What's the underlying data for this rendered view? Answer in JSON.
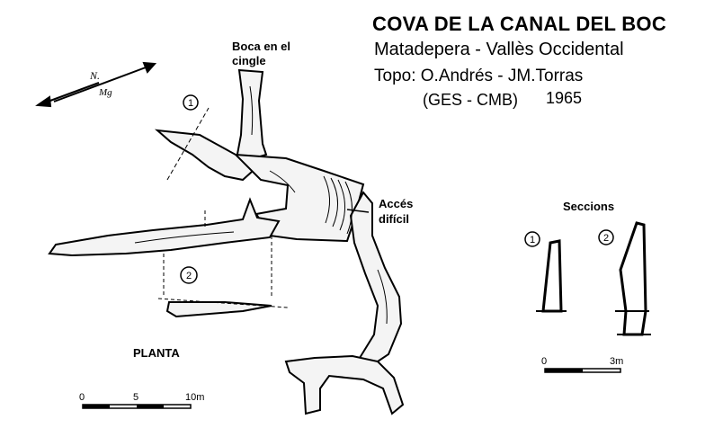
{
  "title": "COVA DE LA CANAL DEL BOC",
  "subtitle": "Matadepera - Vallès Occidental",
  "topo": "Topo: O.Andrés - JM.Torras",
  "group": "(GES - CMB)",
  "year": "1965",
  "labels": {
    "mouth_line1": "Boca en el",
    "mouth_line2": "cingle",
    "access_line1": "Accés",
    "access_line2": "difícil",
    "sections_title": "Seccions",
    "plan_title": "PLANTA",
    "section1_marker": "1",
    "section2_marker": "2",
    "north_label": "N.",
    "magnetic_label": "Mg"
  },
  "plan_scale": {
    "ticks": [
      "0",
      "5",
      "10m"
    ]
  },
  "section_scale": {
    "ticks": [
      "0",
      "3m"
    ]
  },
  "colors": {
    "ink": "#000000",
    "paper": "#ffffff"
  }
}
